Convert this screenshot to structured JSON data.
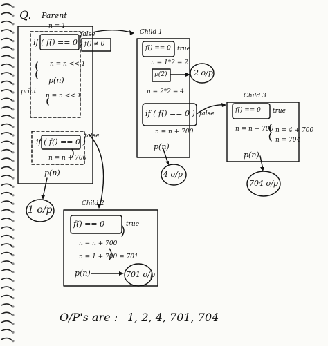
{
  "parent": {
    "label_q": "Q.",
    "title": "Parent",
    "n_init": "n = 1",
    "if1": "if ( f() == 0 )",
    "false_label": "false",
    "side_note": "f() ≠ 0",
    "shift1": "n = n << 1",
    "p_n_inner": "p(n)",
    "print_label": "print",
    "shift2": "n = n << 1",
    "if2": "if ( f() == 0 )",
    "false2": "false",
    "add700": "n = n + 700",
    "p_n": "p(n)",
    "out": "1 o/p"
  },
  "child1": {
    "title": "Child 1",
    "cond": "f() == 0",
    "true_label": "true",
    "calc1": "n = 1*2 = 2",
    "p2": "p(2)",
    "out2": "2 o/p",
    "calc2": "n = 2*2 = 4",
    "if": "if ( f() == 0 )",
    "false_label": "false",
    "add700": "n = n + 700",
    "p_n": "p(n)",
    "out": "4 o/p"
  },
  "child2": {
    "title": "Child 2",
    "cond": "f() == 0",
    "true_label": "true",
    "add700": "n = n + 700",
    "calc": "n = 1 + 700 = 701",
    "p_n": "p(n)",
    "out": "701 o/p"
  },
  "child3": {
    "title": "Child 3",
    "cond": "f() == 0",
    "true_label": "true",
    "add700": "n = n + 700",
    "calc1": "n = 4 + 700",
    "calc2": "n = 704",
    "p_n": "p(n)",
    "out": "704 o/p"
  },
  "summary": {
    "label": "O/P's are :",
    "values": "1, 2, 4, 701, 704"
  },
  "icons": [
    "spiral-binding",
    "arrow"
  ]
}
